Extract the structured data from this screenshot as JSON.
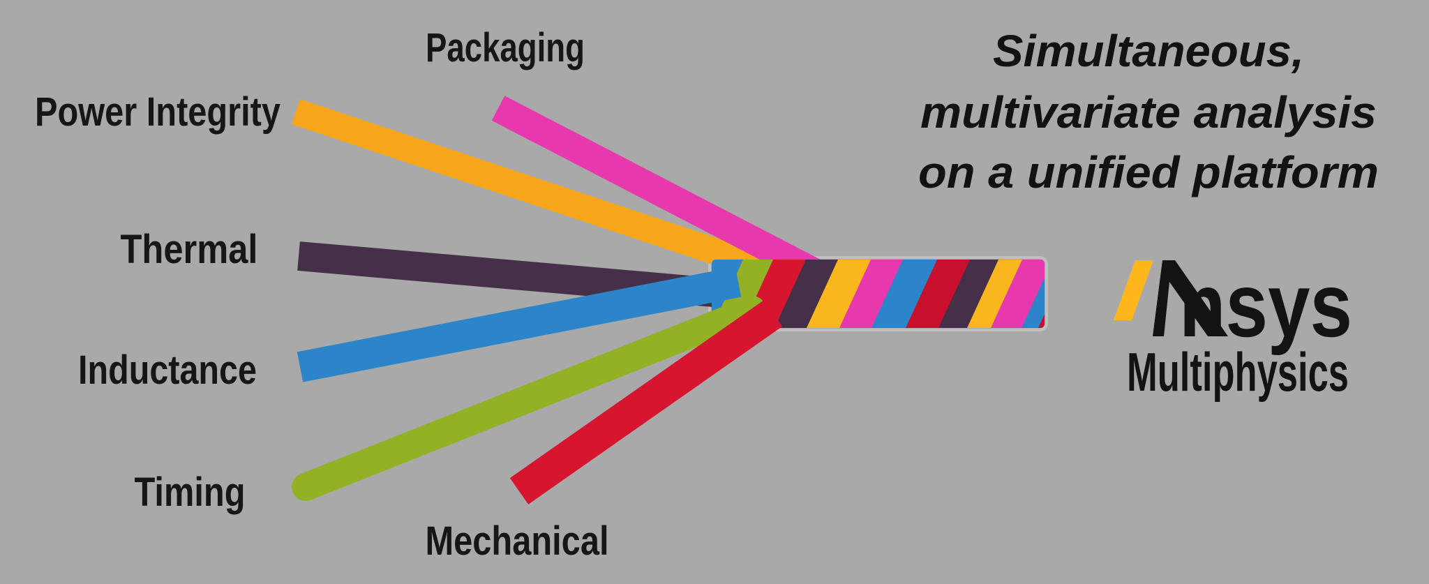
{
  "canvas": {
    "background": "#a9a9a9",
    "text_color": "#161616"
  },
  "strands": [
    {
      "label": "Packaging",
      "color": "#e838ae"
    },
    {
      "label": "Power Integrity",
      "color": "#f7a51b"
    },
    {
      "label": "Thermal",
      "color": "#463049"
    },
    {
      "label": "Inductance",
      "color": "#2b85c8"
    },
    {
      "label": "Timing",
      "color": "#93b125"
    },
    {
      "label": "Mechanical",
      "color": "#d6152f"
    }
  ],
  "braid": {
    "base_color": "#2b85c8",
    "stripe_colors": [
      "#93b125",
      "#d6152f",
      "#463049",
      "#f9b61f",
      "#e838ae",
      "#2b85c8",
      "#c8102e",
      "#463049",
      "#f9b61f",
      "#2b85c8",
      "#e838ae",
      "#c8102e"
    ],
    "halo_color": "#d2d2d2"
  },
  "headline": {
    "line1": "Simultaneous,",
    "line2": "multivariate analysis",
    "line3": "on a unified platform"
  },
  "brand": {
    "wordmark_suffix": "nsys",
    "product": "Multiphysics",
    "gold": "#ffb71b",
    "black": "#131313"
  }
}
